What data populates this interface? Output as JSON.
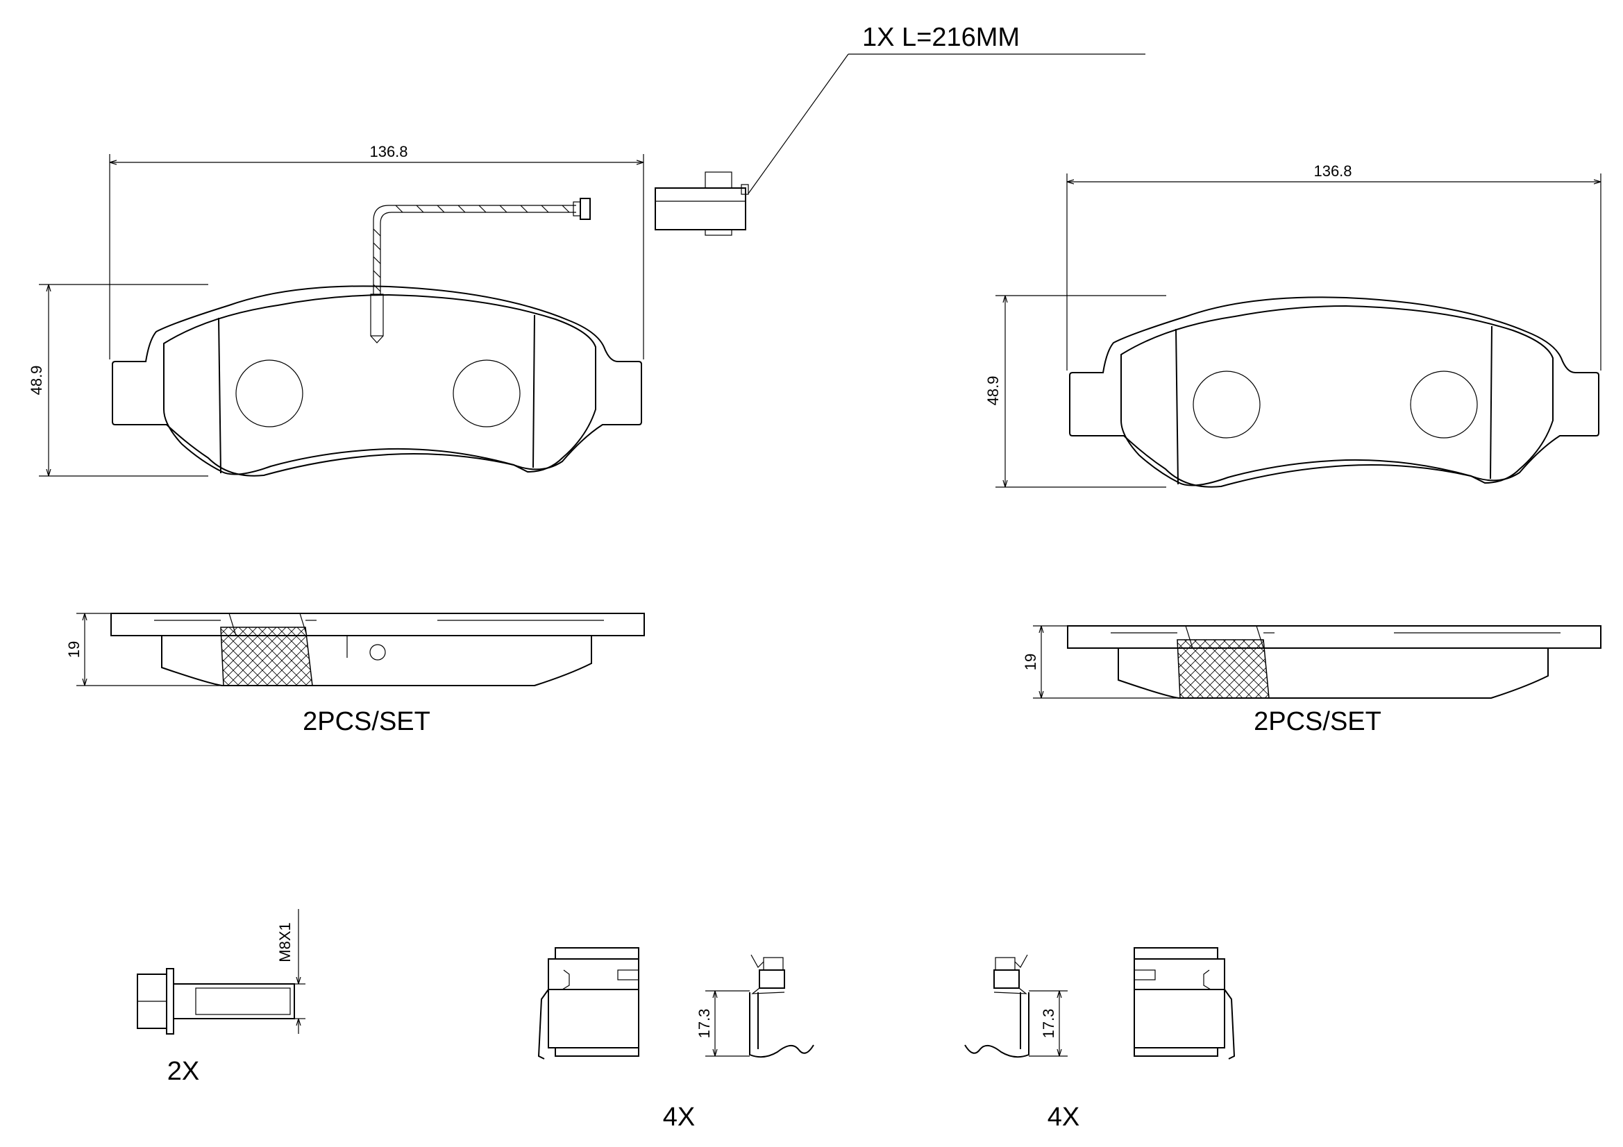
{
  "wire_label": "1X L=216MM",
  "pads": [
    {
      "width_label": "136.8",
      "height_label": "48.9",
      "thickness_label": "19",
      "set_label": "2PCS/SET"
    },
    {
      "width_label": "136.8",
      "height_label": "48.9",
      "thickness_label": "19",
      "set_label": "2PCS/SET"
    }
  ],
  "bolt": {
    "thread_label": "M8X1",
    "qty_label": "2X"
  },
  "clips": [
    {
      "height_label": "17.3",
      "qty_label": "4X"
    },
    {
      "height_label": "17.3",
      "qty_label": "4X"
    }
  ]
}
